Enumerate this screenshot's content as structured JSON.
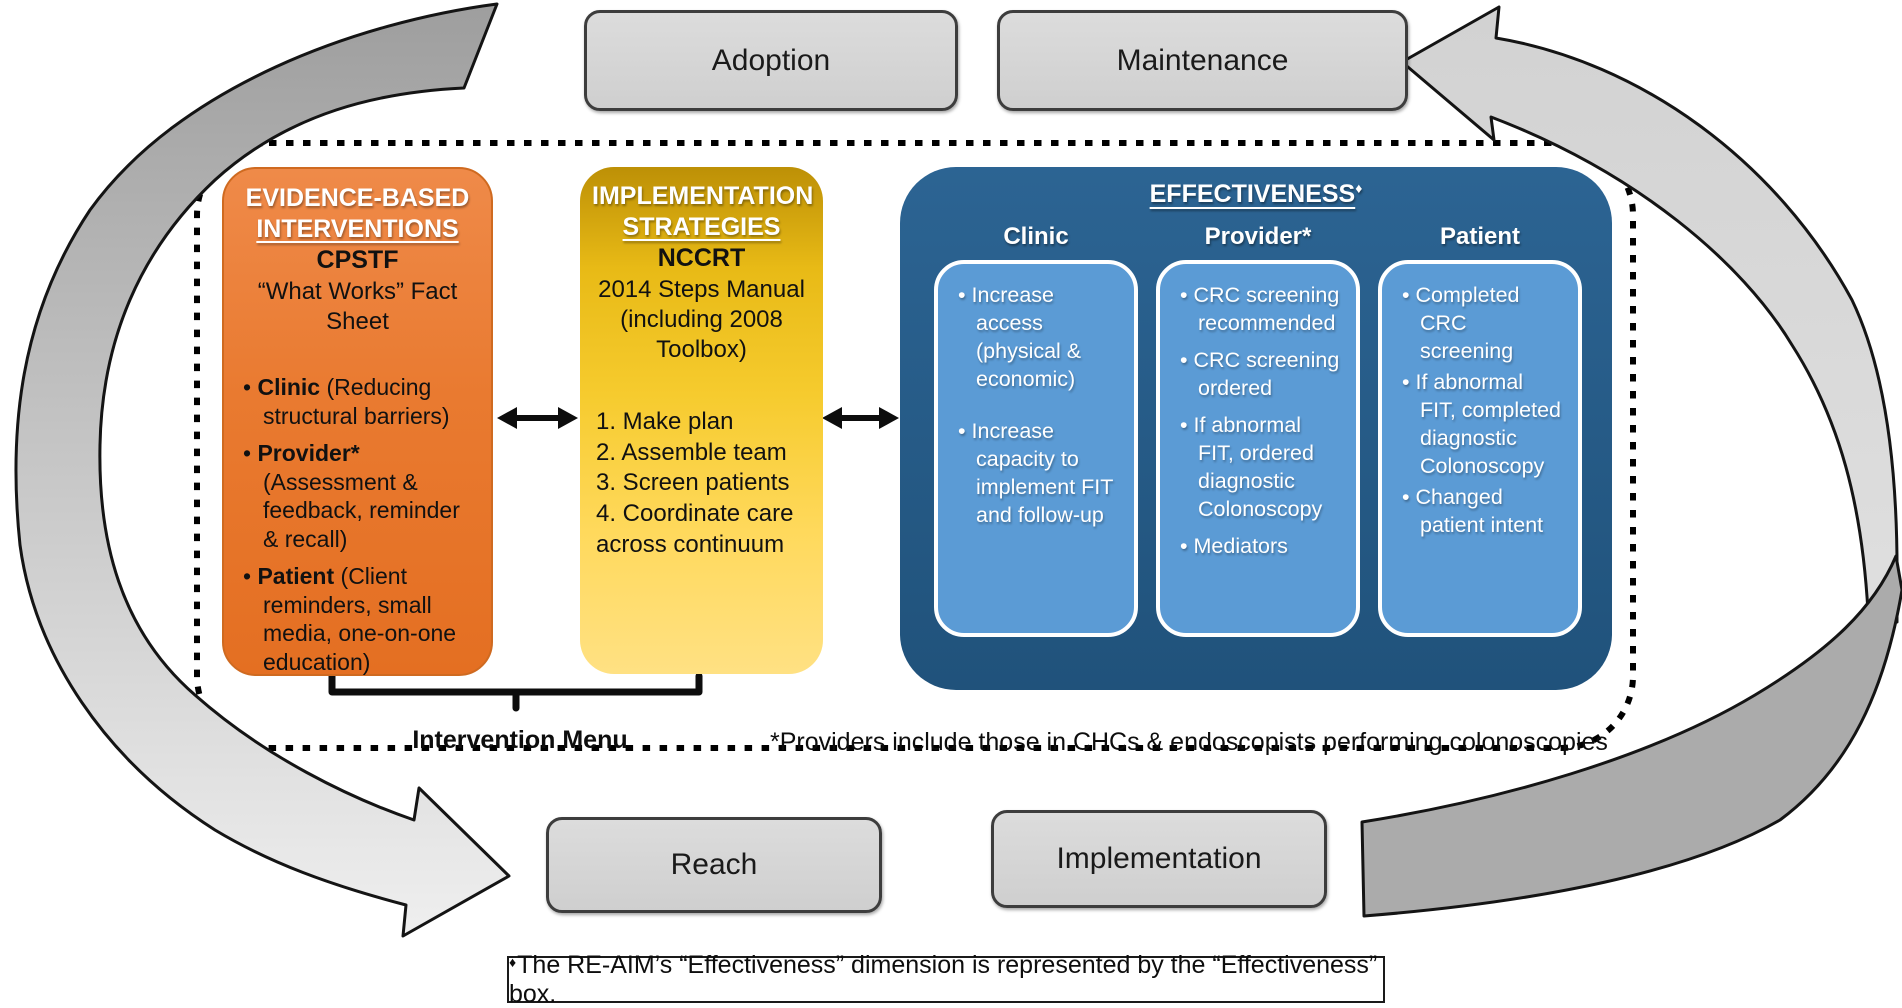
{
  "stage_boxes": {
    "adoption": "Adoption",
    "maintenance": "Maintenance",
    "reach": "Reach",
    "implementation": "Implementation"
  },
  "ebi": {
    "title_line1": "EVIDENCE-BASED",
    "title_line2": "INTERVENTIONS",
    "org": "CPSTF",
    "org_detail": "“What Works” Fact Sheet",
    "bullets": [
      {
        "bold": "Clinic",
        "rest": " (Reducing structural barriers)"
      },
      {
        "bold": "Provider*",
        "rest": " (Assessment & feedback, reminder & recall)"
      },
      {
        "bold": "Patient",
        "rest": " (Client reminders, small media, one-on-one education)"
      }
    ]
  },
  "strategies": {
    "title_line1": "IMPLEMENTATION",
    "title_line2": "STRATEGIES",
    "org": "NCCRT",
    "org_detail": "2014 Steps Manual (including 2008 Toolbox)",
    "steps": [
      "1. Make plan",
      "2. Assemble team",
      "3. Screen patients",
      "4. Coordinate care across continuum"
    ]
  },
  "effectiveness": {
    "title": "EFFECTIVENESS",
    "title_marker": "♦",
    "columns": [
      {
        "header": "Clinic",
        "items": [
          "Increase access (physical & economic)",
          "Increase capacity to implement FIT and follow-up"
        ]
      },
      {
        "header": "Provider*",
        "items": [
          "CRC screening recommended",
          "CRC screening ordered",
          "If abnormal FIT, ordered diagnostic Colonoscopy",
          "Mediators"
        ]
      },
      {
        "header": "Patient",
        "items": [
          "Completed CRC screening",
          "If abnormal FIT, completed diagnostic Colonoscopy",
          "Changed patient intent"
        ]
      }
    ]
  },
  "labels": {
    "intervention_menu": "Intervention Menu",
    "provider_footnote": "*Providers include those in CHCs & endoscopists performing colonoscopies"
  },
  "footnote": {
    "marker": "♦",
    "text": "The RE-AIM’s “Effectiveness” dimension is represented by the “Effectiveness” box."
  },
  "colors": {
    "orange": "#e97a30",
    "gold": "#eebc1f",
    "dark_blue": "#27608e",
    "light_blue": "#5b9bd5",
    "stage_gray": "#d6d6d6",
    "arrow_dark_gray": "#a8a8a8",
    "arrow_light_gray": "#ececec"
  }
}
